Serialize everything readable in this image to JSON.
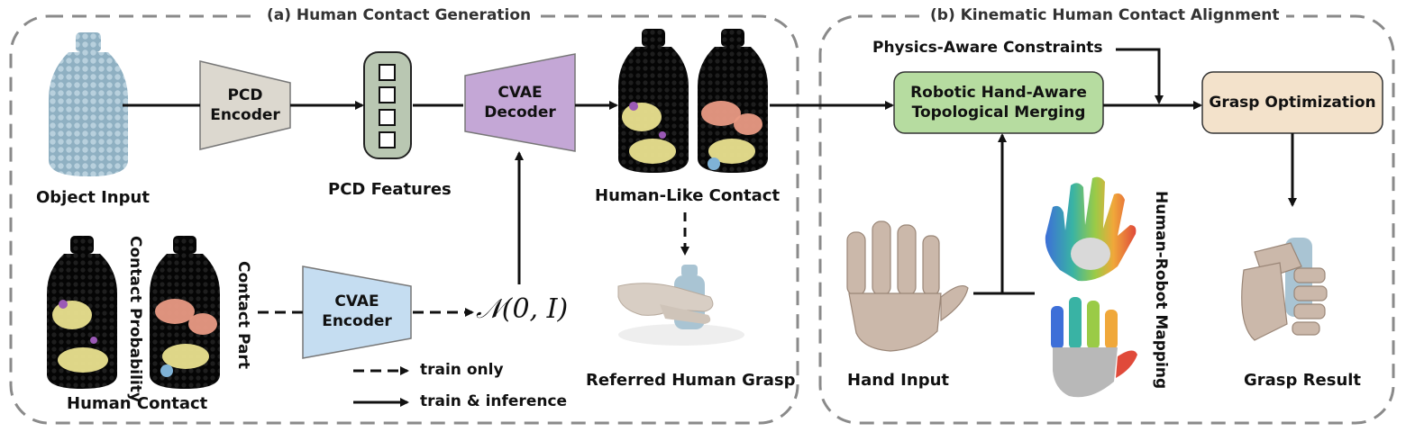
{
  "sections": {
    "a_title": "(a) Human Contact Generation",
    "b_title": "(b) Kinematic Human Contact Alignment"
  },
  "labels": {
    "object_input": "Object Input",
    "pcd_encoder_line1": "PCD",
    "pcd_encoder_line2": "Encoder",
    "pcd_features": "PCD Features",
    "cvae_decoder_line1": "CVAE",
    "cvae_decoder_line2": "Decoder",
    "human_like_contact": "Human-Like Contact",
    "referred_human_grasp": "Referred Human Grasp",
    "human_contact": "Human Contact",
    "contact_probability": "Contact Probability",
    "contact_part": "Contact Part",
    "cvae_encoder_line1": "CVAE",
    "cvae_encoder_line2": "Encoder",
    "normal_dist": "𝒩(0, I)",
    "legend_train_only": "train only",
    "legend_train_inference": "train & inference",
    "physics_constraints": "Physics-Aware Constraints",
    "merging_line1": "Robotic Hand-Aware",
    "merging_line2": "Topological Merging",
    "grasp_optimization": "Grasp Optimization",
    "hand_input": "Hand Input",
    "human_robot_mapping": "Human-Robot Mapping",
    "grasp_result": "Grasp Result"
  },
  "icons": {
    "object": "bottle-pointcloud-icon",
    "contact": "bottle-contact-map-icon",
    "human_hand": "human-hand-grasp-icon",
    "robot_hand": "robot-hand-icon",
    "mapping": "color-mapped-hand-icon",
    "result": "robot-grasp-result-icon"
  },
  "colors": {
    "pcd_encoder": "#dcd8cf",
    "features_box": "#b9c7b2",
    "cvae_decoder": "#c4a7d6",
    "cvae_encoder": "#c5ddf1",
    "merging_box": "#b6dca0",
    "optimization_box": "#f3e2cb",
    "bottle_blue": "#a9c4d3",
    "contact_yellow": "#eae28f",
    "contact_salmon": "#e99a84"
  }
}
